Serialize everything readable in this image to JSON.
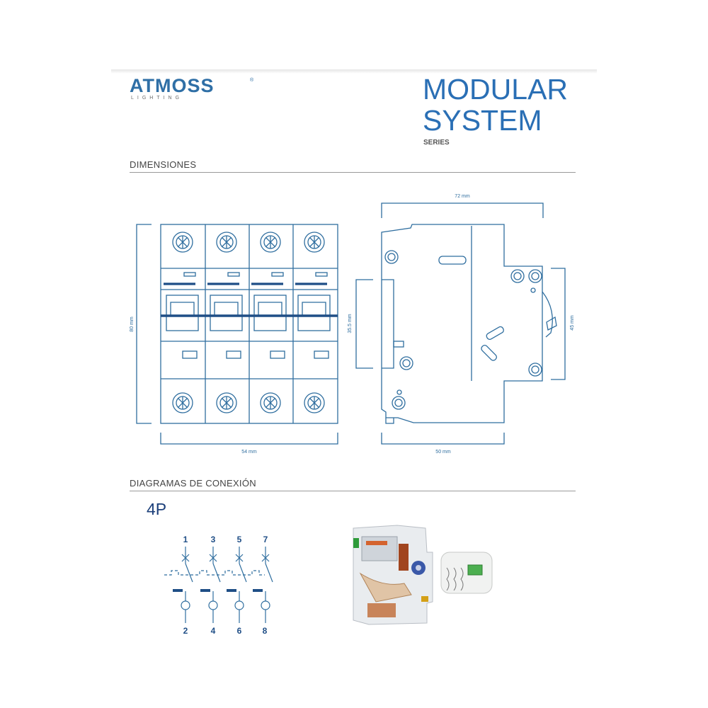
{
  "brand": {
    "logo_text": "ATMOSS",
    "logo_sub": "LIGHTING",
    "logo_reg": "®"
  },
  "header": {
    "title_line1": "MODULAR",
    "title_line2": "SYSTEM",
    "subtitle": "SERIES"
  },
  "sections": {
    "dimensions_title": "DIMENSIONES",
    "diagrams_title": "DIAGRAMAS DE CONEXIÓN"
  },
  "dimensions": {
    "height": "80 mm",
    "width_front": "54 mm",
    "depth_top": "72 mm",
    "depth_bottom": "50 mm",
    "rail": "35.5 mm",
    "side_height": "45 mm"
  },
  "diagram": {
    "poles_label": "4P",
    "top_terminals": [
      "1",
      "3",
      "5",
      "7"
    ],
    "bottom_terminals": [
      "2",
      "4",
      "6",
      "8"
    ]
  },
  "colors": {
    "accent": "#2a6fb5",
    "drawing": "#2f6e9f",
    "rule": "#9a9a9a"
  }
}
